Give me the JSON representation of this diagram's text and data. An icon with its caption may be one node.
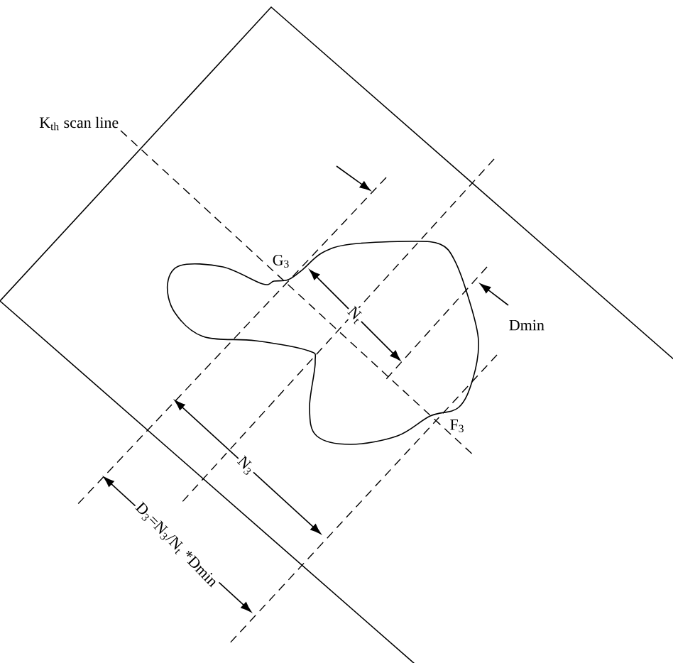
{
  "diagram": {
    "labels": [
      "K$_{th}$ scan line",
      "G$_{3}$",
      "N$_{t}$",
      "Dmin",
      "F$_{3}$",
      "N$_{3}$",
      "D$_{3}$=N$_{3}$/N$_{t}$ *Dmin"
    ]
  }
}
